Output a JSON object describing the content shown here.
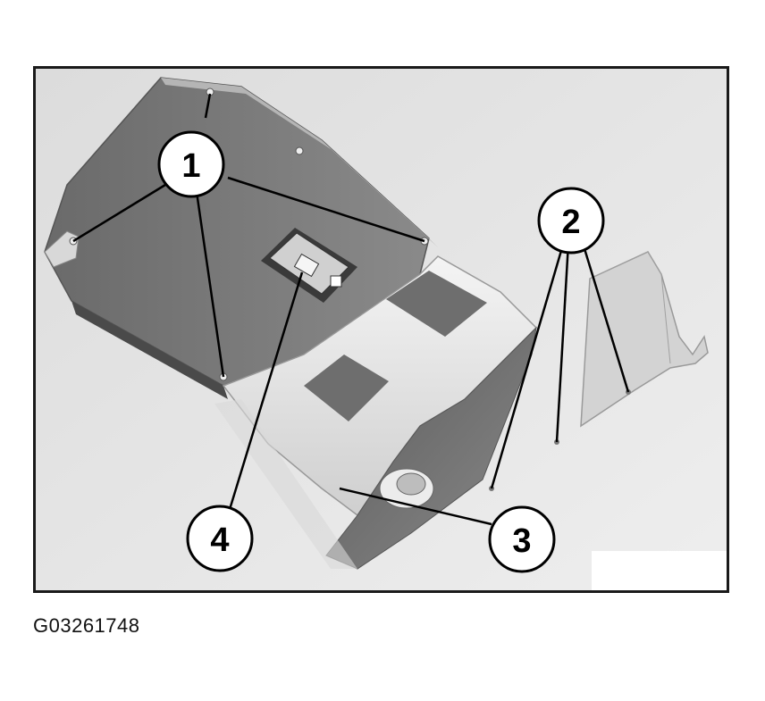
{
  "callouts": [
    {
      "id": "callout-1",
      "label": "1"
    },
    {
      "id": "callout-2",
      "label": "2"
    },
    {
      "id": "callout-3",
      "label": "3"
    },
    {
      "id": "callout-4",
      "label": "4"
    }
  ],
  "figure_id": "G03261748",
  "colors": {
    "background": "#e6e6e6",
    "panel_dark": "#6e6e6e",
    "panel_mid": "#8c8c8c",
    "panel_light": "#f2f2f2",
    "callout_fill": "#ffffff",
    "callout_stroke": "#000000"
  }
}
